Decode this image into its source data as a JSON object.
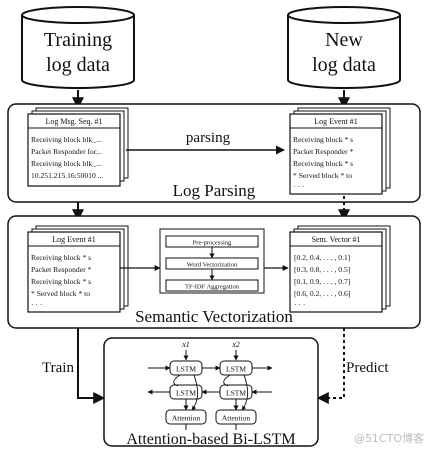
{
  "sources": {
    "training": [
      "Training",
      "log data"
    ],
    "new": [
      "New",
      "log data"
    ]
  },
  "log_parsing": {
    "title": "Log Parsing",
    "arrow_label": "parsing",
    "msg_card": {
      "header": "Log Msg. Seq. #1",
      "lines": [
        "Receiving block blk_...",
        "Packet Responder for...",
        "Receiving block blk_...",
        "10.251.215.16:50010 ..."
      ]
    },
    "event_card": {
      "header": "Log Event #1",
      "lines": [
        "Receiving block * s",
        "Packet Responder *",
        "Receiving block * s",
        "* Served block * to",
        "· · ·"
      ]
    }
  },
  "semantic_vectorization": {
    "title": "Semantic Vectorization",
    "event_card": {
      "header": "Log Event #1",
      "lines": [
        "Receiving block * s",
        "Packet Responder *",
        "Receiving block * s",
        "* Served block * to",
        "· · ·"
      ]
    },
    "steps": [
      "Pre-processing",
      "Word Vectorization",
      "TF-IDF Aggregation"
    ],
    "vector_card": {
      "header": "Sem. Vector #1",
      "lines": [
        "[0.2, 0.4, . . . , 0.1]",
        "[0.3, 0.8, . . . , 0.5]",
        "[0.1, 0.9, . . . , 0.7]",
        "[0.6, 0.2, . . . , 0.6]",
        "· · ·"
      ]
    }
  },
  "model": {
    "title": "Attention-based Bi-LSTM",
    "inputs": [
      "x1",
      "x2"
    ],
    "cells": {
      "lstm": "LSTM",
      "attention": "Attention"
    }
  },
  "flows": {
    "train": "Train",
    "predict": "Predict"
  },
  "watermark": "@51CTO博客"
}
